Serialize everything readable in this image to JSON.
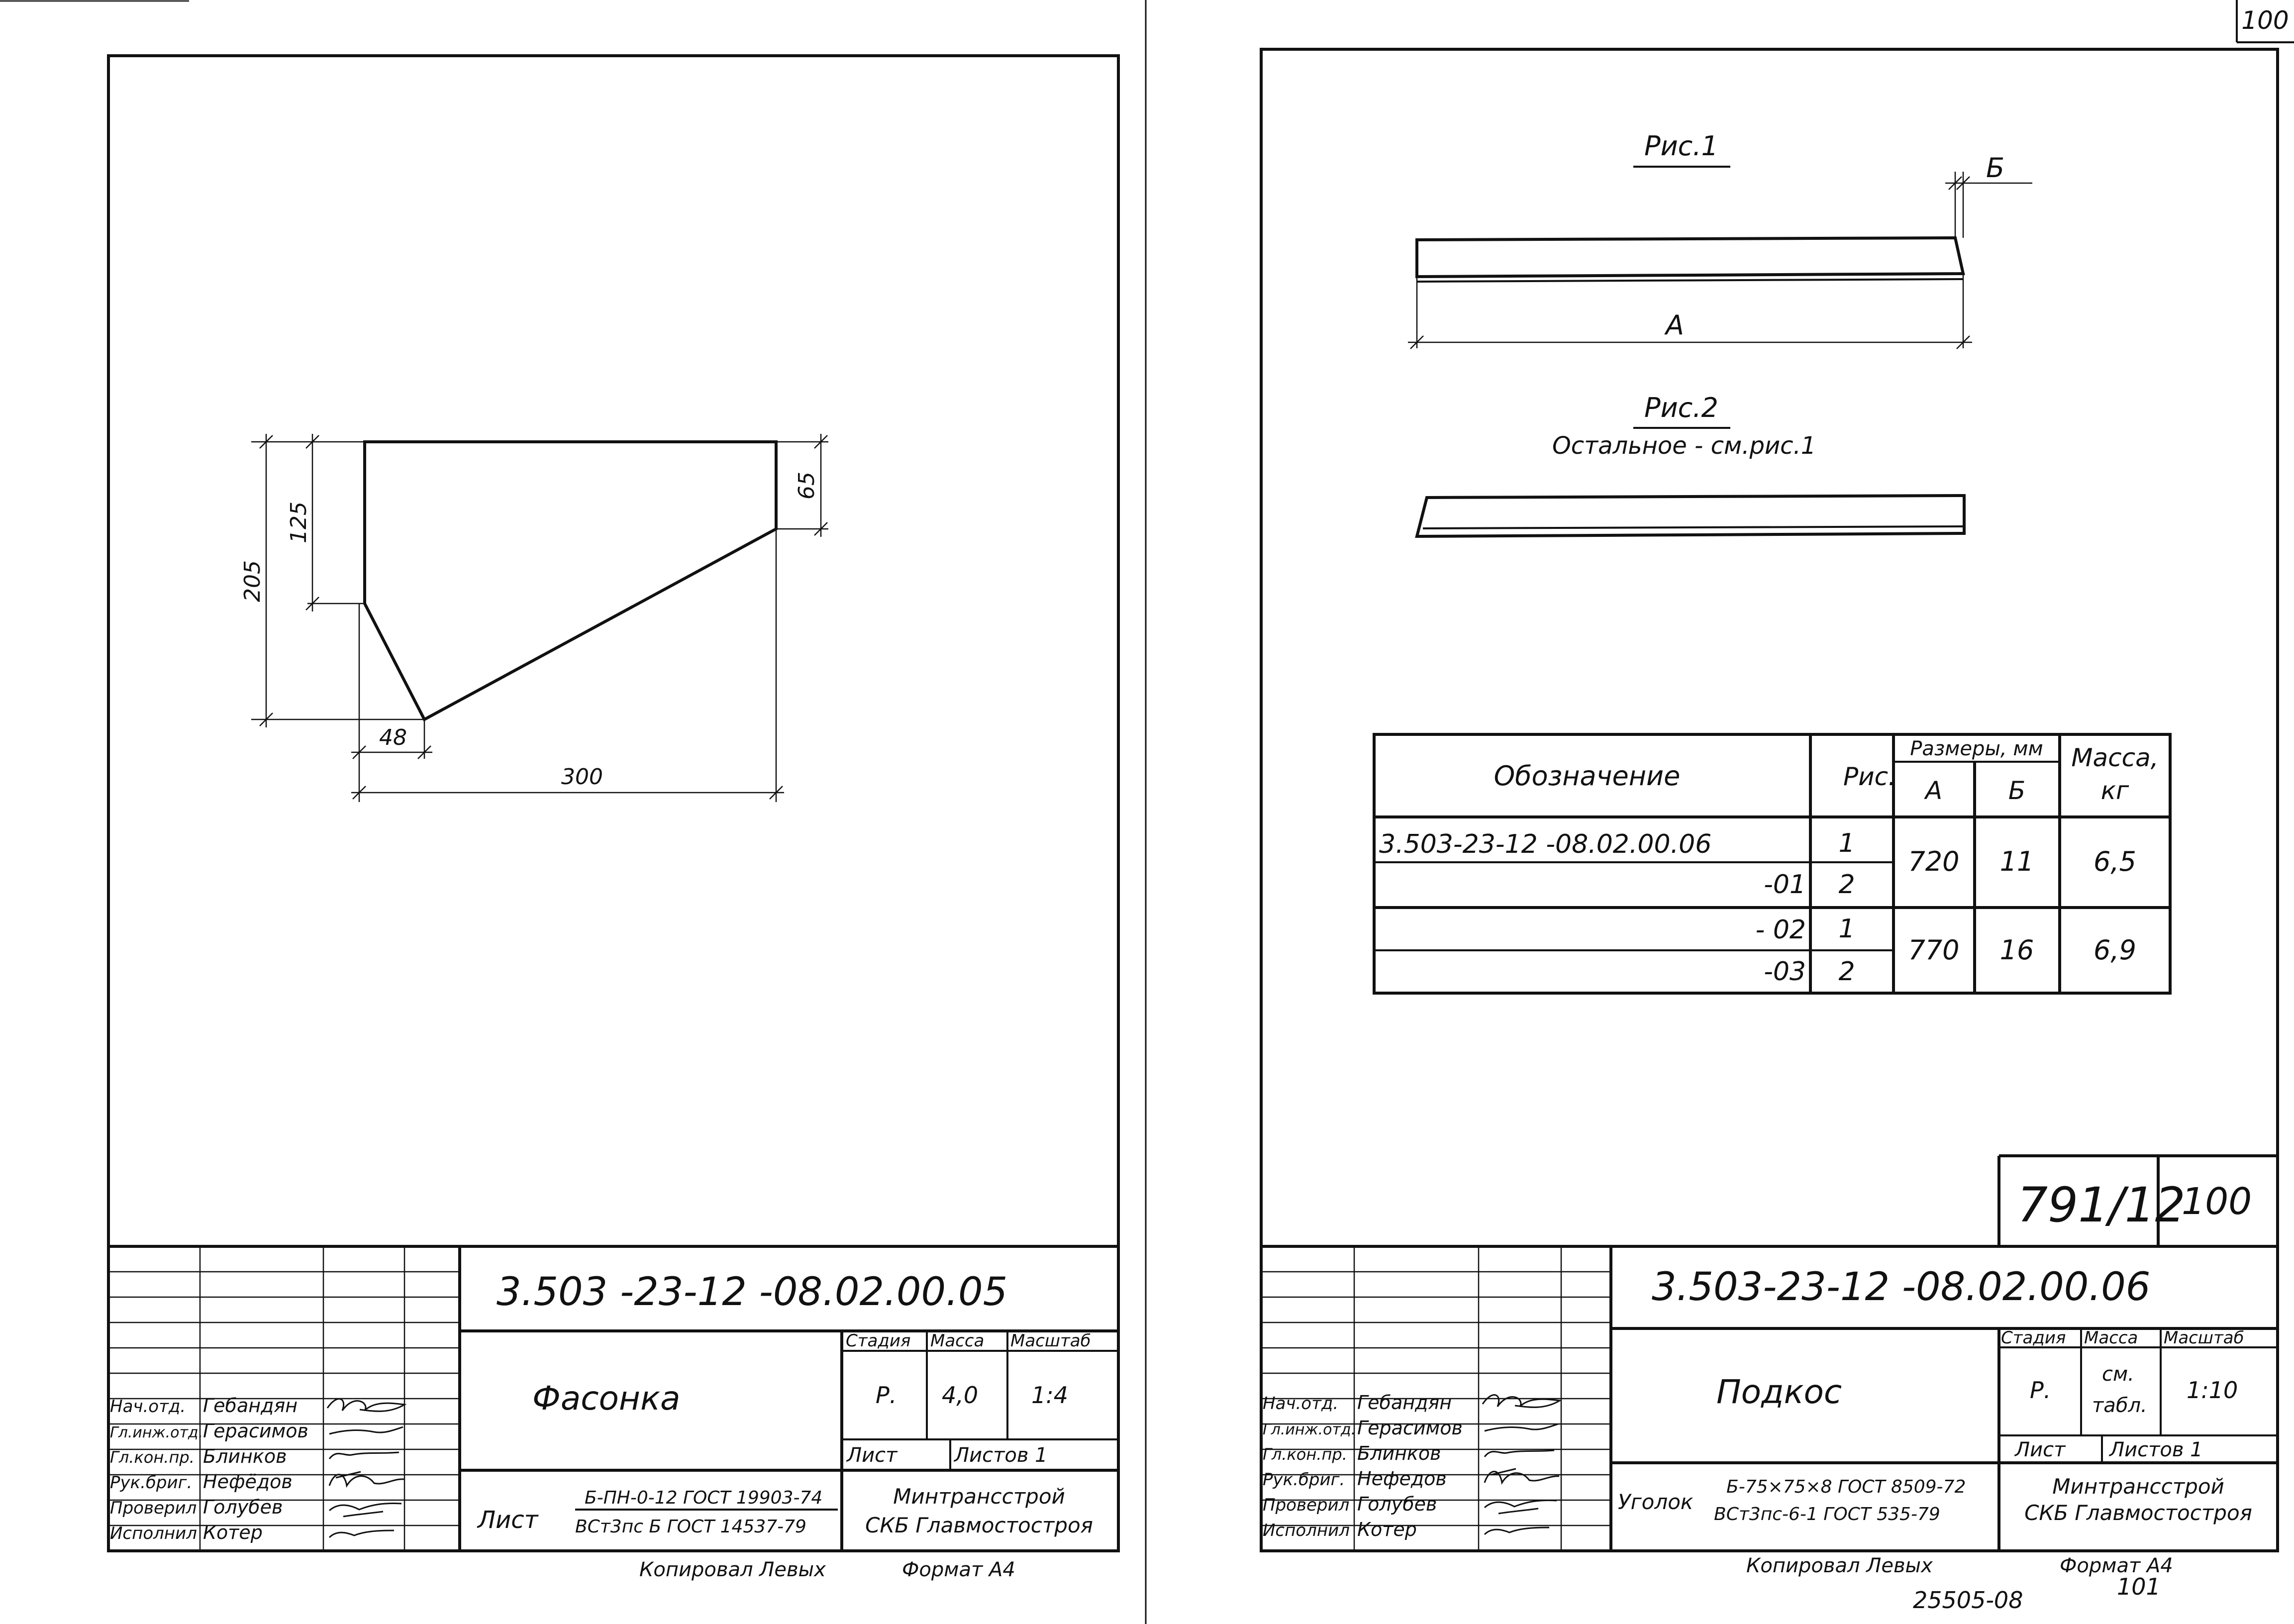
{
  "page_number": "100",
  "left_sheet": {
    "dimensions": {
      "height_total": "205",
      "height_left": "125",
      "height_right": "65",
      "bottom_offset": "48",
      "width": "300"
    },
    "title_block": {
      "doc_code": "3.503 -23-12  -08.02.00.05",
      "name": "Фасонка",
      "stage_label": "Стадия",
      "mass_label": "Масса",
      "scale_label": "Масштаб",
      "stage": "Р.",
      "mass": "4,0",
      "scale": "1:4",
      "sheet_label": "Лист",
      "sheets_label": "Листов 1",
      "material_type": "Лист",
      "material_line1": "Б-ПН-0-12 ГОСТ 19903-74",
      "material_line2": "ВСт3пс Б ГОСТ 14537-79",
      "org_line1": "Минтрансстрой",
      "org_line2": "СКБ Главмостостроя",
      "staff": [
        {
          "role": "Нач.отд.",
          "name": "Гебандян"
        },
        {
          "role": "Гл.инж.отд.",
          "name": "Герасимов"
        },
        {
          "role": "Гл.кон.пр.",
          "name": "Блинков"
        },
        {
          "role": "Рук.бриг.",
          "name": "Нефёдов"
        },
        {
          "role": "Проверил",
          "name": "Голубев"
        },
        {
          "role": "Исполнил",
          "name": "Котер"
        }
      ],
      "copied_by": "Копировал Левых",
      "format": "Формат А4"
    }
  },
  "right_sheet": {
    "fig1_title": "Рис.1",
    "fig1_label_a": "А",
    "fig1_label_b": "Б",
    "fig2_title": "Рис.2",
    "fig2_note": "Остальное - см.рис.1",
    "table": {
      "col_designation": "Обозначение",
      "col_fig": "Рис.",
      "col_sizes": "Размеры, мм",
      "col_a": "А",
      "col_b": "Б",
      "col_mass_1": "Масса,",
      "col_mass_2": "кг",
      "rows": [
        {
          "designation": "3.503-23-12 -08.02.00.06",
          "fig": "1"
        },
        {
          "designation": "-01",
          "fig": "2"
        },
        {
          "designation": "- 02",
          "fig": "1"
        },
        {
          "designation": "-03",
          "fig": "2"
        }
      ],
      "groups": [
        {
          "a": "720",
          "b": "11",
          "mass": "6,5"
        },
        {
          "a": "770",
          "b": "16",
          "mass": "6,9"
        }
      ]
    },
    "stamp_number": "791/12",
    "stamp_page": "100",
    "title_block": {
      "doc_code": "3.503-23-12 -08.02.00.06",
      "name": "Подкос",
      "stage_label": "Стадия",
      "mass_label": "Масса",
      "scale_label": "Масштаб",
      "stage": "Р.",
      "mass_1": "см.",
      "mass_2": "табл.",
      "scale": "1:10",
      "sheet_label": "Лист",
      "sheets_label": "Листов 1",
      "material_type": "Уголок",
      "material_line1": "Б-75×75×8 ГОСТ 8509-72",
      "material_line2": "ВСт3пс-6-1 ГОСТ 535-79",
      "org_line1": "Минтрансстрой",
      "org_line2": "СКБ Главмостостроя",
      "staff": [
        {
          "role": "Нач.отд.",
          "name": "Гебандян"
        },
        {
          "role": "Гл.инж.отд.",
          "name": "Герасимов"
        },
        {
          "role": "Гл.кон.пр.",
          "name": "Блинков"
        },
        {
          "role": "Рук.бриг.",
          "name": "Нефедов"
        },
        {
          "role": "Проверил",
          "name": "Голубев"
        },
        {
          "role": "Исполнил",
          "name": "Котер"
        }
      ],
      "copied_by": "Копировал Левых",
      "format": "Формат А4",
      "archive_number": "25505-08",
      "archive_page": "101"
    }
  }
}
